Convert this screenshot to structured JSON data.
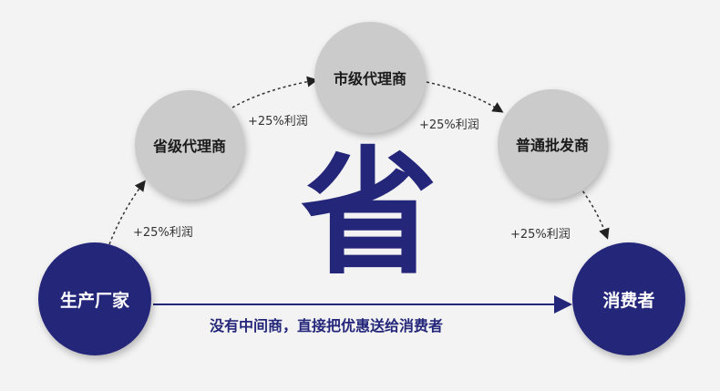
{
  "nodes": {
    "manufacturer": "生产厂家",
    "provincial_agent": "省级代理商",
    "city_agent": "市级代理商",
    "wholesaler": "普通批发商",
    "consumer": "消费者"
  },
  "profit_labels": {
    "manufacturer_to_provincial": "+25%利润",
    "provincial_to_city": "+25%利润",
    "city_to_wholesaler": "+25%利润",
    "wholesaler_to_consumer": "+25%利润"
  },
  "center": {
    "big_char": "省",
    "caption": "没有中间商，直接把优惠送给消费者"
  },
  "colors": {
    "navy": "#24267a",
    "gray_node": "#cbcbcb",
    "background": "#f3f3f3"
  }
}
